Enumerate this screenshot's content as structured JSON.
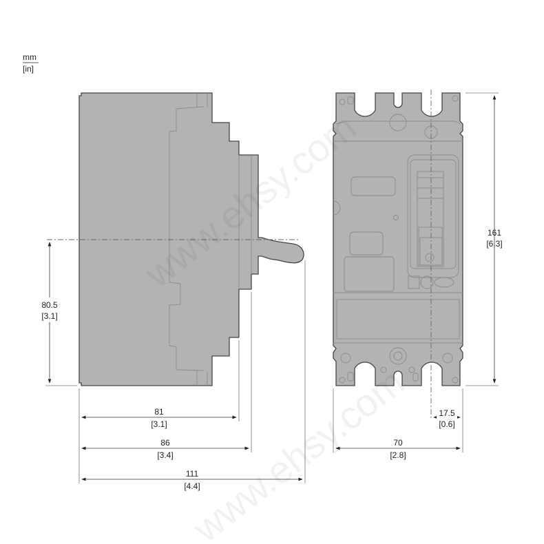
{
  "units": {
    "primary": "mm",
    "secondary": "[in]"
  },
  "dimensions": {
    "height_total": {
      "mm": "161",
      "in": "[6.3]"
    },
    "handle_height": {
      "mm": "80.5",
      "in": "[3.1]"
    },
    "depth_81": {
      "mm": "81",
      "in": "[3.1]"
    },
    "depth_86": {
      "mm": "86",
      "in": "[3.4]"
    },
    "depth_111": {
      "mm": "111",
      "in": "[4.4]"
    },
    "width_total": {
      "mm": "70",
      "in": "[2.8]"
    },
    "centerline_offset": {
      "mm": "17.5",
      "in": "[0.6]"
    }
  },
  "watermark": "www.ehsy.com",
  "colors": {
    "body_fill": "#b3b3b3",
    "outline": "#444444"
  }
}
